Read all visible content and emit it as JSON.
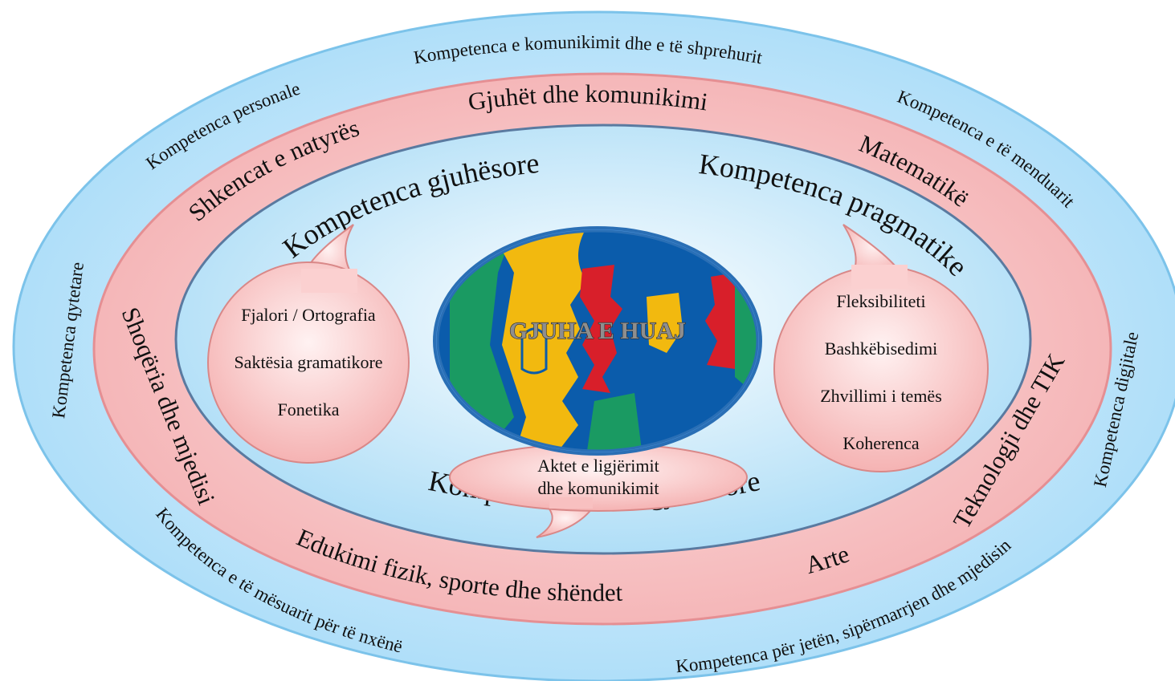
{
  "center": {
    "label": "GJUHA E HUAJ"
  },
  "outer_ring": {
    "labels": [
      "Kompetenca e komunikimit dhe e të shprehurit",
      "Kompetenca personale",
      "Kompetenca e të menduarit",
      "Kompetenca qytetare",
      "Kompetenca digjitale",
      "Kompetenca e të mësuarit për të nxënë",
      "Kompetenca për jetën, sipërmarrjen dhe mjedisin"
    ]
  },
  "middle_ring": {
    "labels": [
      "Gjuhët dhe komunikimi",
      "Shkencat e natyrës",
      "Matematikë",
      "Shoqëria dhe mjedisi",
      "Teknologji dhe TIK",
      "Edukimi fizik, sporte dhe shëndet",
      "Arte"
    ]
  },
  "inner_ring": {
    "labels": [
      "Kompetenca gjuhësore",
      "Kompetenca pragmatike",
      "Kompetenca socio-gjuhësore"
    ]
  },
  "bubbles": {
    "left": [
      "Fjalori / Ortografia",
      "Saktësia gramatikore",
      "Fonetika"
    ],
    "right": [
      "Fleksibiliteti",
      "Bashkëbisedimi",
      "Zhvillimi i temës",
      "Koherenca"
    ],
    "bottom": [
      "Aktet e ligjërimit",
      "dhe komunikimit"
    ]
  },
  "colors": {
    "outer_ring": "#cfe9fb",
    "middle_ring": "#f7c9cb",
    "inner_ring": "#d8effc",
    "bubble": "#f8c4c4",
    "logo_blue": "#0b5cab",
    "logo_yellow": "#f2b90f",
    "logo_red": "#d81f2a",
    "logo_green": "#1a9a62"
  }
}
